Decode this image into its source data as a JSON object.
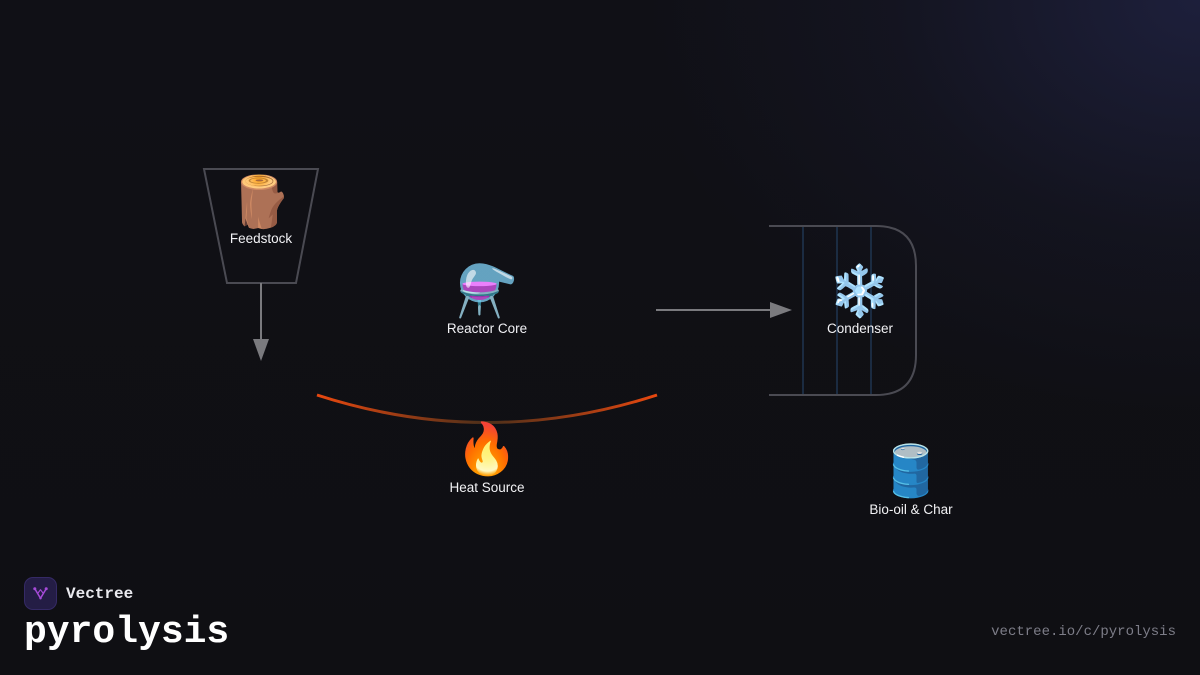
{
  "diagram": {
    "nodes": {
      "feedstock": {
        "icon": "🪵",
        "icon_name": "wood-log-icon",
        "label": "Feedstock"
      },
      "reactor": {
        "icon": "⚗️",
        "icon_name": "alembic-icon",
        "label": "Reactor Core"
      },
      "heat": {
        "icon": "🔥",
        "icon_name": "fire-icon",
        "label": "Heat Source"
      },
      "condenser": {
        "icon": "❄️",
        "icon_name": "snowflake-icon",
        "label": "Condenser"
      },
      "output": {
        "icon": "🛢️",
        "icon_name": "oil-drum-icon",
        "label": "Bio-oil & Char"
      }
    },
    "colors": {
      "outline": "#4a4a52",
      "arrow": "#7a7a7e",
      "heat_arc_edge": "#e8480f",
      "heat_arc_mid": "#4a2f1a",
      "condenser_lines": "#1f3550"
    }
  },
  "brand": {
    "name": "Vectree",
    "logo_icon": "vectree-logo-icon",
    "logo_color": "#a64bd9"
  },
  "page": {
    "title": "pyrolysis",
    "url": "vectree.io/c/pyrolysis"
  }
}
